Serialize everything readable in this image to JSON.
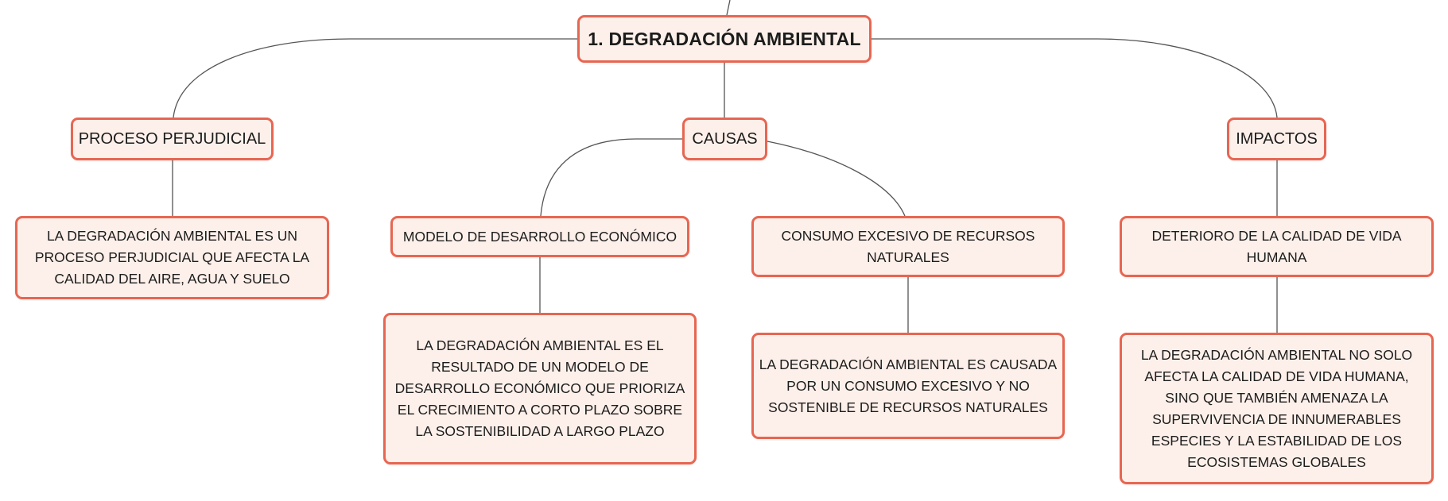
{
  "root": {
    "label": "1. DEGRADACIÓN AMBIENTAL"
  },
  "branches": {
    "proceso": {
      "label": "PROCESO PERJUDICIAL"
    },
    "causas": {
      "label": "CAUSAS"
    },
    "impactos": {
      "label": "IMPACTOS"
    }
  },
  "details": {
    "proceso_desc": "LA DEGRADACIÓN AMBIENTAL ES UN PROCESO PERJUDICIAL QUE AFECTA LA CALIDAD DEL AIRE, AGUA Y SUELO",
    "modelo": "MODELO DE DESARROLLO ECONÓMICO",
    "modelo_desc": "LA DEGRADACIÓN AMBIENTAL ES EL RESULTADO DE UN MODELO DE DESARROLLO ECONÓMICO QUE PRIORIZA EL CRECIMIENTO A CORTO PLAZO SOBRE LA SOSTENIBILIDAD A LARGO PLAZO",
    "consumo": "CONSUMO EXCESIVO DE RECURSOS NATURALES",
    "consumo_desc": "LA DEGRADACIÓN AMBIENTAL ES CAUSADA POR UN CONSUMO EXCESIVO Y NO SOSTENIBLE DE RECURSOS NATURALES",
    "deterioro": "DETERIORO DE LA CALIDAD DE VIDA HUMANA",
    "deterioro_desc": "LA DEGRADACIÓN AMBIENTAL NO SOLO AFECTA LA CALIDAD DE VIDA HUMANA, SINO QUE TAMBIÉN AMENAZA LA SUPERVIVENCIA DE INNUMERABLES ESPECIES Y LA ESTABILIDAD DE LOS ECOSISTEMAS GLOBALES"
  },
  "colors": {
    "node_border": "#e76652",
    "node_fill": "#fdf0ea",
    "connector": "#555555"
  }
}
